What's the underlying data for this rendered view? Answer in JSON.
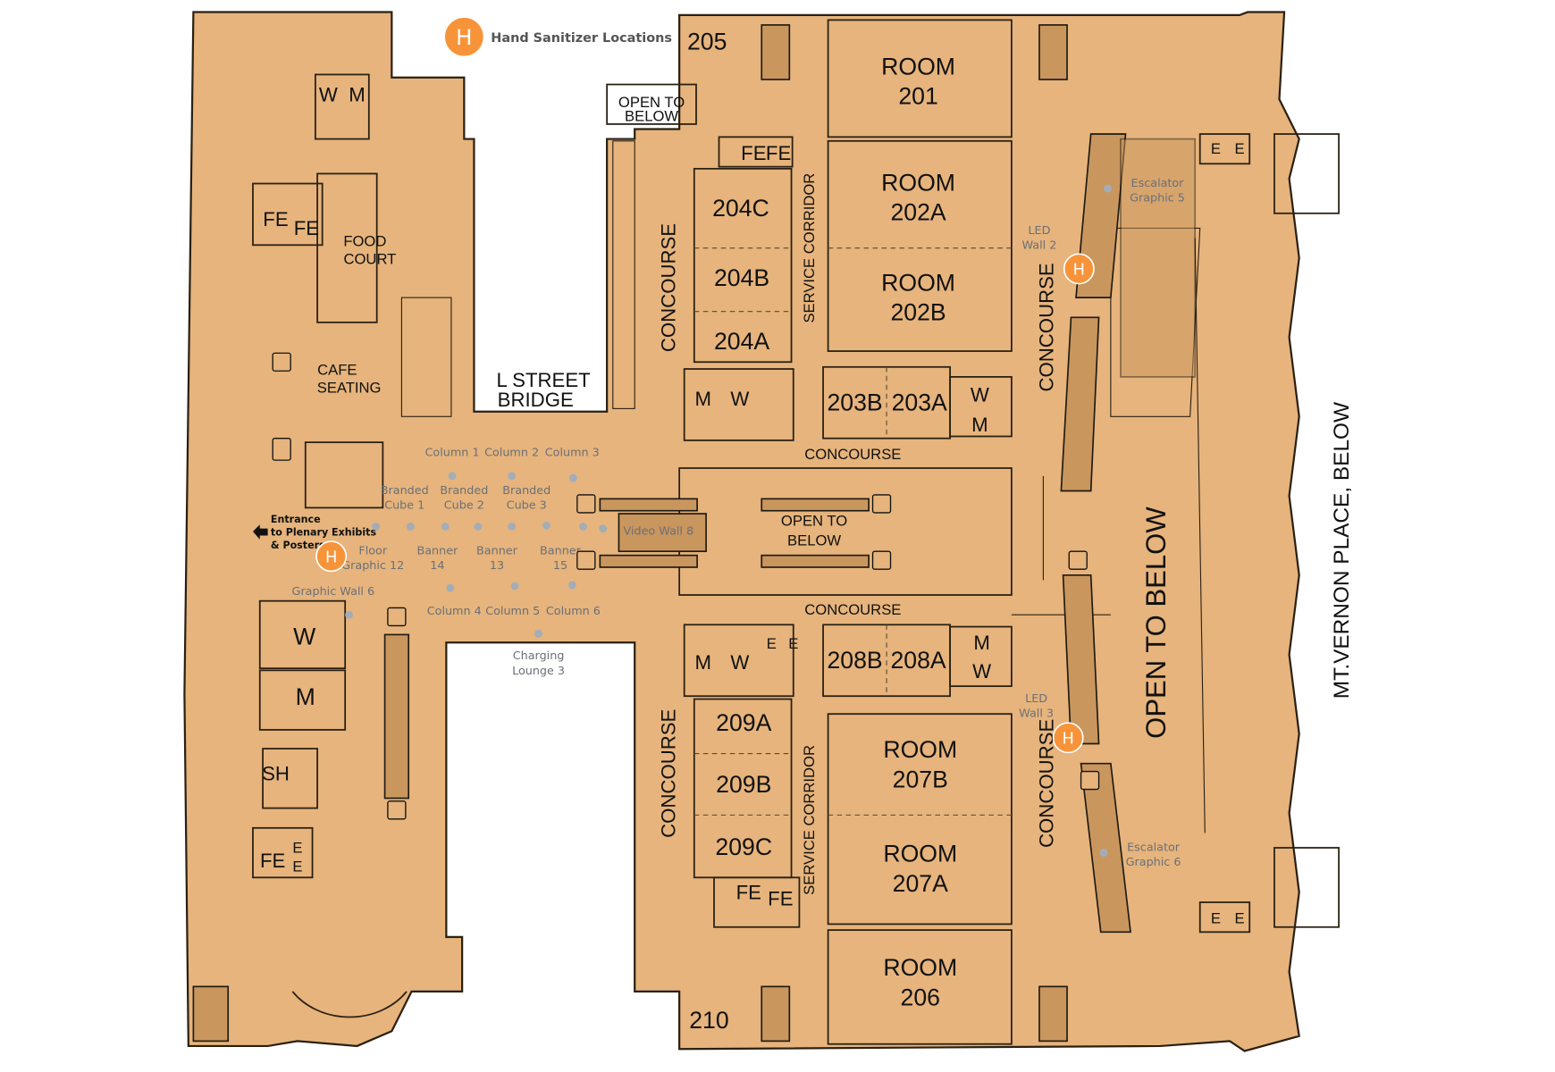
{
  "legend": {
    "marker": "H",
    "label": "Hand Sanitizer Locations",
    "marker_color": "#F7943A"
  },
  "colors": {
    "floor": "#E6B47C",
    "annotation": "#6b6f78"
  },
  "rooms": {
    "r205": "205",
    "r201a": "ROOM",
    "r201b": "201",
    "open_top_a": "OPEN TO",
    "open_top_b": "BELOW",
    "r204c": "204C",
    "r204b": "204B",
    "r204a": "204A",
    "r202a_a": "ROOM",
    "r202a_b": "202A",
    "r202b_a": "ROOM",
    "r202b_b": "202B",
    "r203b": "203B",
    "r203a": "203A",
    "r208b": "208B",
    "r208a": "208A",
    "r209a": "209A",
    "r209b": "209B",
    "r209c": "209C",
    "r207b_a": "ROOM",
    "r207b_b": "207B",
    "r207a_a": "ROOM",
    "r207a_b": "207A",
    "r206_a": "ROOM",
    "r206_b": "206",
    "r210": "210"
  },
  "areas": {
    "concourse": "CONCOURSE",
    "service_corridor": "SERVICE CORRIDOR",
    "open_mid_a": "OPEN TO",
    "open_mid_b": "BELOW",
    "open_big": "OPEN TO BELOW",
    "street": "MT.VERNON PLACE, BELOW",
    "bridge_a": "L STREET",
    "bridge_b": "BRIDGE",
    "food_a": "FOOD",
    "food_b": "COURT",
    "cafe_a": "CAFE",
    "cafe_b": "SEATING",
    "entrance_a": "Entrance",
    "entrance_b": "to Plenary Exhibits",
    "entrance_c": "& Posters"
  },
  "restrooms": {
    "w": "W",
    "m": "M",
    "fe": "FE",
    "e": "E",
    "sh": "SH"
  },
  "annotations": {
    "col1": "Column 1",
    "col2": "Column 2",
    "col3": "Column 3",
    "col4": "Column 4",
    "col5": "Column 5",
    "col6": "Column 6",
    "branded": "Branded",
    "cube1": "Cube 1",
    "cube2": "Cube 2",
    "cube3": "Cube 3",
    "floor": "Floor",
    "graphic12": "Graphic 12",
    "banner": "Banner",
    "b14": "14",
    "b13": "13",
    "b15": "15",
    "gwall6": "Graphic Wall 6",
    "charging": "Charging",
    "lounge3": "Lounge 3",
    "vwall8": "Video Wall 8",
    "led": "LED",
    "wall2": "Wall 2",
    "wall3": "Wall 3",
    "escalator": "Escalator",
    "eg5": "Graphic 5",
    "eg6": "Graphic 6"
  }
}
